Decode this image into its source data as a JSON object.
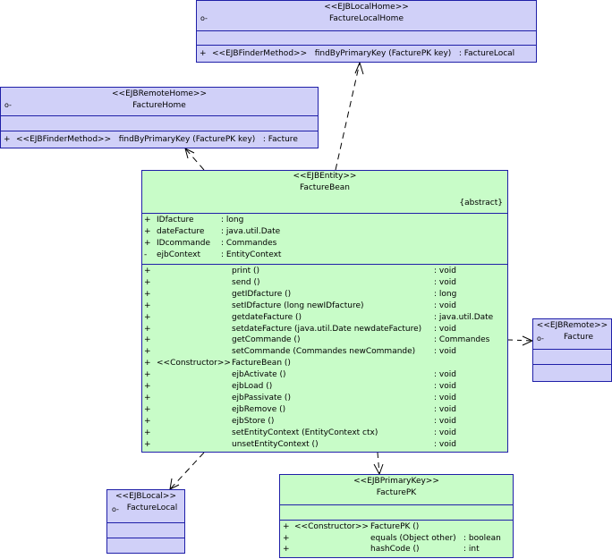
{
  "classes": {
    "facture_local_home": {
      "stereotype": "<<EJBLocalHome>>",
      "icon": "o-",
      "name": "FactureLocalHome",
      "methods": [
        {
          "vis": "+",
          "text": "<<EJBFinderMethod>>   findByPrimaryKey (FacturePK key)   : FactureLocal"
        }
      ]
    },
    "facture_home": {
      "stereotype": "<<EJBRemoteHome>>",
      "icon": "o-",
      "name": "FactureHome",
      "methods": [
        {
          "vis": "+",
          "text": "<<EJBFinderMethod>>   findByPrimaryKey (FacturePK key)   : Facture"
        }
      ]
    },
    "facture_bean": {
      "stereotype": "<<EJBEntity>>",
      "name": "FactureBean",
      "tag": "{abstract}",
      "attributes": [
        {
          "vis": "+",
          "name": "IDfacture",
          "type": ": long"
        },
        {
          "vis": "+",
          "name": "dateFacture",
          "type": ": java.util.Date"
        },
        {
          "vis": "+",
          "name": "IDcommande",
          "type": ": Commandes"
        },
        {
          "vis": "-",
          "name": "ejbContext",
          "type": ": EntityContext"
        }
      ],
      "methods": [
        {
          "vis": "+",
          "stereo": "",
          "sig": "print ()",
          "ret": ": void"
        },
        {
          "vis": "+",
          "stereo": "",
          "sig": "send ()",
          "ret": ": void"
        },
        {
          "vis": "+",
          "stereo": "",
          "sig": "getIDfacture ()",
          "ret": ": long"
        },
        {
          "vis": "+",
          "stereo": "",
          "sig": "setIDfacture (long newIDfacture)",
          "ret": ": void"
        },
        {
          "vis": "+",
          "stereo": "",
          "sig": "getdateFacture ()",
          "ret": ": java.util.Date"
        },
        {
          "vis": "+",
          "stereo": "",
          "sig": "setdateFacture (java.util.Date newdateFacture)",
          "ret": ": void"
        },
        {
          "vis": "+",
          "stereo": "",
          "sig": "getCommande ()",
          "ret": ": Commandes"
        },
        {
          "vis": "+",
          "stereo": "",
          "sig": "setCommande (Commandes newCommande)",
          "ret": ": void"
        },
        {
          "vis": "+",
          "stereo": "<<Constructor>>",
          "sig": "FactureBean ()",
          "ret": ""
        },
        {
          "vis": "+",
          "stereo": "",
          "sig": "ejbActivate ()",
          "ret": ": void"
        },
        {
          "vis": "+",
          "stereo": "",
          "sig": "ejbLoad ()",
          "ret": ": void"
        },
        {
          "vis": "+",
          "stereo": "",
          "sig": "ejbPassivate ()",
          "ret": ": void"
        },
        {
          "vis": "+",
          "stereo": "",
          "sig": "ejbRemove ()",
          "ret": ": void"
        },
        {
          "vis": "+",
          "stereo": "",
          "sig": "ejbStore ()",
          "ret": ": void"
        },
        {
          "vis": "+",
          "stereo": "",
          "sig": "setEntityContext (EntityContext ctx)",
          "ret": ": void"
        },
        {
          "vis": "+",
          "stereo": "",
          "sig": "unsetEntityContext ()",
          "ret": ": void"
        }
      ]
    },
    "facture": {
      "stereotype": "<<EJBRemote>>",
      "icon": "o-",
      "name": "Facture"
    },
    "facture_local": {
      "stereotype": "<<EJBLocal>>",
      "icon": "o-",
      "name": "FactureLocal"
    },
    "facture_pk": {
      "stereotype": "<<EJBPrimaryKey>>",
      "name": "FacturePK",
      "methods": [
        {
          "vis": "+",
          "stereo": "<<Constructor>>",
          "sig": "FacturePK ()",
          "ret": ""
        },
        {
          "vis": "+",
          "stereo": "",
          "sig": "equals (Object other)",
          "ret": ": boolean"
        },
        {
          "vis": "+",
          "stereo": "",
          "sig": "hashCode ()",
          "ret": ": int"
        }
      ]
    }
  },
  "colors": {
    "interface_fill": "#d0d0f8",
    "entity_fill": "#c8fcc8",
    "border": "#1f1fa8"
  }
}
